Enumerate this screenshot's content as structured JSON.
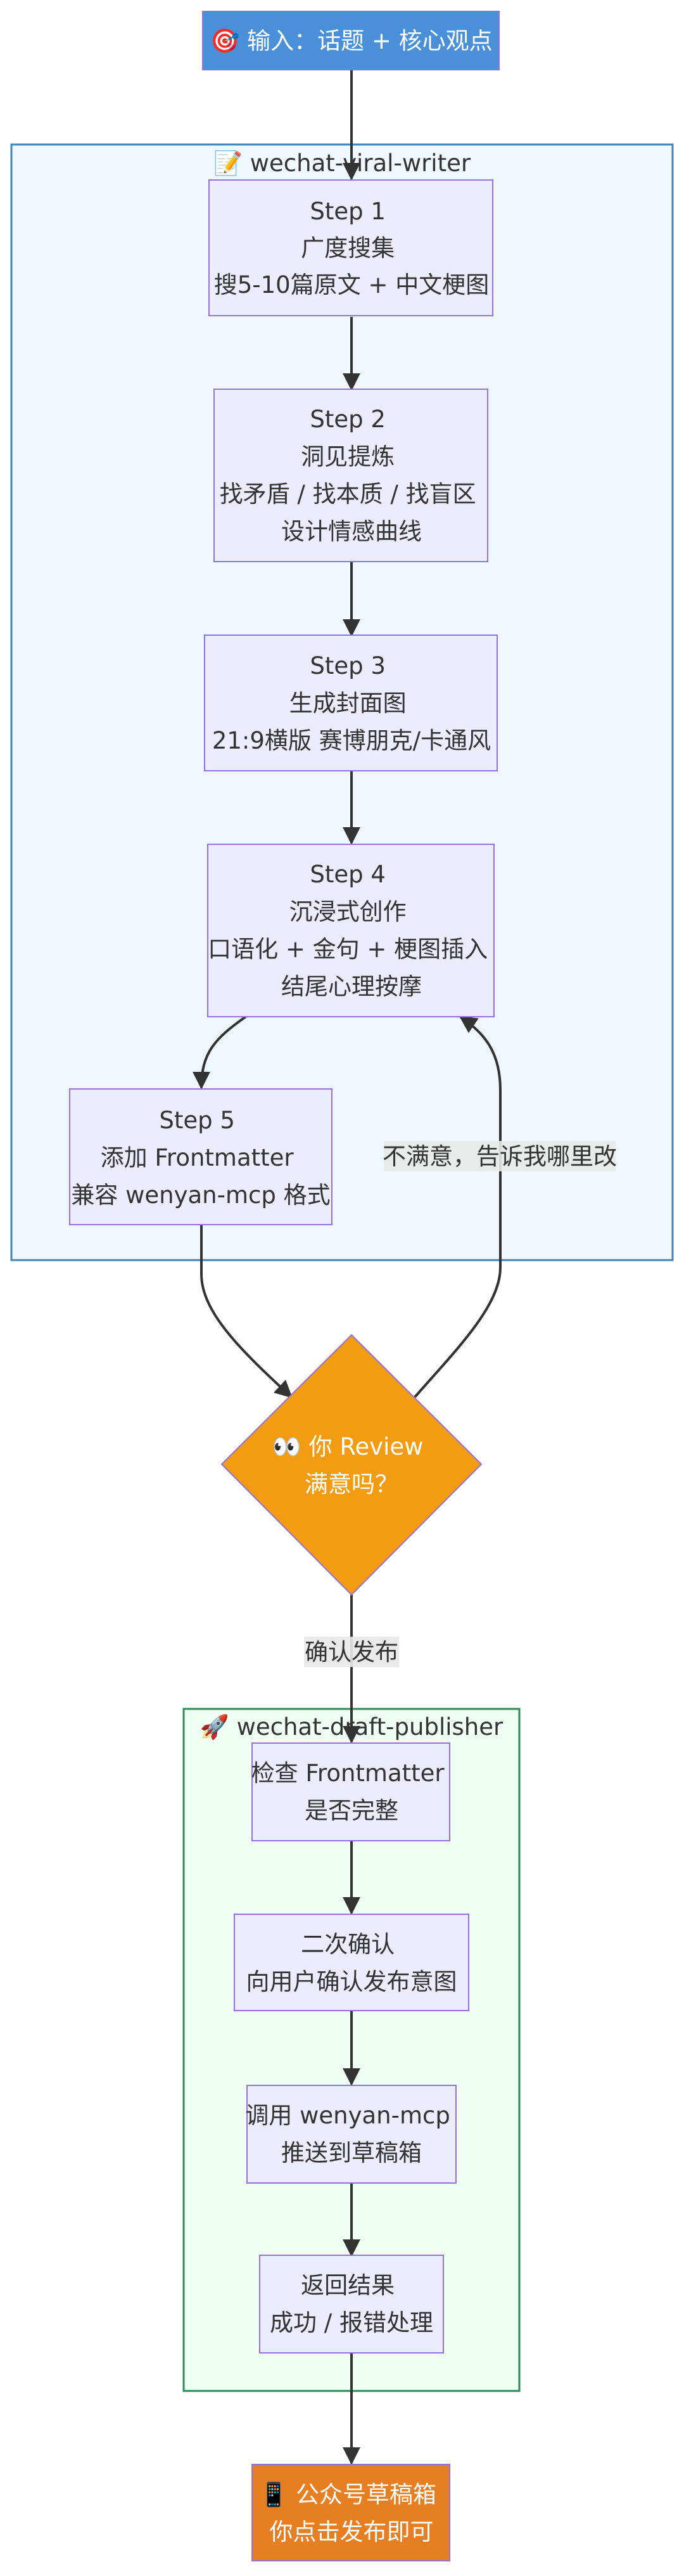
{
  "colors": {
    "process_fill": "#ECECFF",
    "process_stroke": "#9370DB",
    "input_fill": "#4A90D9",
    "decision_fill": "#F39C12",
    "output_fill": "#E67E22",
    "writer_cluster_fill": "#F0F8FF",
    "writer_cluster_stroke": "#4682B4",
    "publisher_cluster_fill": "#F0FFF4",
    "publisher_cluster_stroke": "#2E8B57",
    "edge": "#333333",
    "edge_label_bg": "#E8E8E8"
  },
  "clusters": {
    "writer": {
      "icon": "memo-emoji",
      "title": "📝 wechat-viral-writer"
    },
    "publisher": {
      "icon": "rocket-emoji",
      "title": "🚀 wechat-draft-publisher"
    }
  },
  "nodes": {
    "input": {
      "lines": [
        "🎯 输入：话题 + 核心观点"
      ]
    },
    "step1": {
      "lines": [
        "Step 1",
        "广度搜集",
        "搜5-10篇原文 + 中文梗图"
      ]
    },
    "step2": {
      "lines": [
        "Step 2",
        "洞见提炼",
        "找矛盾 / 找本质 / 找盲区",
        "设计情感曲线"
      ]
    },
    "step3": {
      "lines": [
        "Step 3",
        "生成封面图",
        "21:9横版 赛博朋克/卡通风"
      ]
    },
    "step4": {
      "lines": [
        "Step 4",
        "沉浸式创作",
        "口语化 + 金句 + 梗图插入",
        "结尾心理按摩"
      ]
    },
    "step5": {
      "lines": [
        "Step 5",
        "添加 Frontmatter",
        "兼容 wenyan-mcp 格式"
      ]
    },
    "review": {
      "lines": [
        "👀 你 Review",
        "满意吗？"
      ]
    },
    "check": {
      "lines": [
        "检查 Frontmatter",
        "是否完整"
      ]
    },
    "confirm": {
      "lines": [
        "二次确认",
        "向用户确认发布意图"
      ]
    },
    "push": {
      "lines": [
        "调用 wenyan-mcp",
        "推送到草稿箱"
      ]
    },
    "result": {
      "lines": [
        "返回结果",
        "成功 / 报错处理"
      ]
    },
    "output": {
      "lines": [
        "📱 公众号草稿箱",
        "你点击发布即可"
      ]
    }
  },
  "edges": {
    "reject_label": "不满意，告诉我哪里改",
    "publish_label": "确认发布"
  }
}
